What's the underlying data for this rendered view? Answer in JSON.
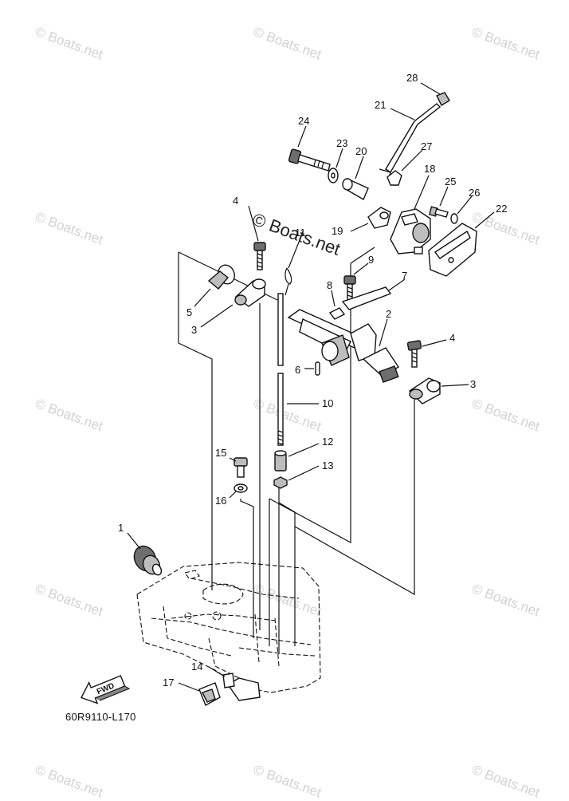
{
  "watermark": "© Boats.net",
  "diagram_code": "60R9110-L170",
  "fwd_label": "FWD",
  "labels": {
    "p1": "1",
    "p2": "2",
    "p3a": "3",
    "p3b": "3",
    "p4a": "4",
    "p4b": "4",
    "p5": "5",
    "p6": "6",
    "p7": "7",
    "p8": "8",
    "p9": "9",
    "p10": "10",
    "p11": "11",
    "p12": "12",
    "p13": "13",
    "p14": "14",
    "p15": "15",
    "p16": "16",
    "p17": "17",
    "p18": "18",
    "p19": "19",
    "p20": "20",
    "p21": "21",
    "p22": "22",
    "p23": "23",
    "p24": "24",
    "p25": "25",
    "p26": "26",
    "p27": "27",
    "p28": "28"
  }
}
